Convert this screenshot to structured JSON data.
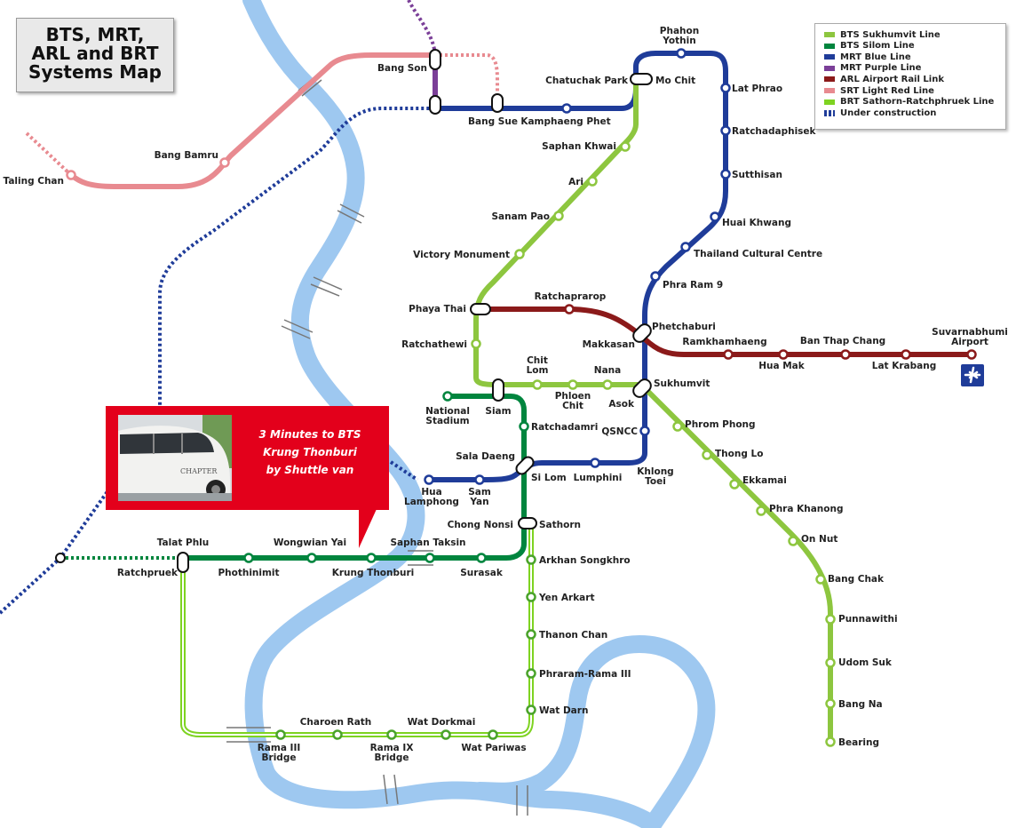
{
  "title": "BTS, MRT,\nARL and BRT\nSystems Map",
  "legend": [
    {
      "label": "BTS Sukhumvit Line",
      "color": "#8dc63f"
    },
    {
      "label": "BTS Silom Line",
      "color": "#00853e"
    },
    {
      "label": "MRT Blue Line",
      "color": "#1f3c99"
    },
    {
      "label": "MRT Purple Line",
      "color": "#7b3f98"
    },
    {
      "label": "ARL Airport Rail Link",
      "color": "#8b1a1a"
    },
    {
      "label": "SRT Light Red Line",
      "color": "#e88a90"
    },
    {
      "label": "BRT Sathorn-Ratchphruek Line",
      "color": "#7ed321"
    },
    {
      "label": "Under construction",
      "color": "#1f3c99"
    }
  ],
  "promo": {
    "line1": "3 Minutes to  BTS",
    "line2": "Krung Thonburi",
    "line3": "by Shuttle van",
    "photo_caption": "CHAPTER"
  },
  "stations": {
    "phahon_yothin_1": "Phahon",
    "phahon_yothin_2": "Yothin",
    "mo_chit": "Mo Chit",
    "chatuchak_park": "Chatuchak Park",
    "lat_phrao": "Lat Phrao",
    "ratchadaphisek": "Ratchadaphisek",
    "sutthisan": "Sutthisan",
    "huai_khwang": "Huai Khwang",
    "thailand_cultural_centre": "Thailand Cultural Centre",
    "phra_ram_9": "Phra Ram 9",
    "phetchaburi": "Phetchaburi",
    "makkasan": "Makkasan",
    "sukhumvit": "Sukhumvit",
    "asok": "Asok",
    "qsncc": "QSNCC",
    "khlong_toei_1": "Khlong",
    "khlong_toei_2": "Toei",
    "lumphini": "Lumphini",
    "si_lom": "Si Lom",
    "sam_yan_1": "Sam",
    "sam_yan_2": "Yan",
    "hua_lamphong_1": "Hua",
    "hua_lamphong_2": "Lamphong",
    "kamphaeng_phet": "Kamphaeng Phet",
    "bang_sue": "Bang Sue",
    "bang_son": "Bang Son",
    "bang_bamru": "Bang Bamru",
    "taling_chan": "Taling Chan",
    "saphan_khwai": "Saphan Khwai",
    "ari": "Ari",
    "sanam_pao": "Sanam Pao",
    "victory_monument": "Victory Monument",
    "phaya_thai": "Phaya Thai",
    "ratchathewi": "Ratchathewi",
    "ratchaprarop": "Ratchaprarop",
    "ramkhamhaeng": "Ramkhamhaeng",
    "hua_mak": "Hua Mak",
    "ban_thap_chang": "Ban Thap Chang",
    "lat_krabang": "Lat Krabang",
    "suvarnabhumi_1": "Suvarnabhumi",
    "suvarnabhumi_2": "Airport",
    "siam": "Siam",
    "chit_lom_1": "Chit",
    "chit_lom_2": "Lom",
    "phloen_chit_1": "Phloen",
    "phloen_chit_2": "Chit",
    "nana": "Nana",
    "phrom_phong": "Phrom Phong",
    "thong_lo": "Thong Lo",
    "ekkamai": "Ekkamai",
    "phra_khanong": "Phra Khanong",
    "on_nut": "On Nut",
    "bang_chak": "Bang Chak",
    "punnawithi": "Punnawithi",
    "udom_suk": "Udom Suk",
    "bang_na": "Bang Na",
    "bearing": "Bearing",
    "national_stadium_1": "National",
    "national_stadium_2": "Stadium",
    "ratchadamri": "Ratchadamri",
    "sala_daeng": "Sala Daeng",
    "chong_nonsi": "Chong Nonsi",
    "sathorn": "Sathorn",
    "surasak": "Surasak",
    "saphan_taksin": "Saphan Taksin",
    "krung_thonburi": "Krung Thonburi",
    "wongwian_yai": "Wongwian Yai",
    "phothinimit": "Phothinimit",
    "talat_phlu": "Talat Phlu",
    "ratchpruek": "Ratchpruek",
    "arkhan_songkhro": "Arkhan Songkhro",
    "yen_arkart": "Yen Arkart",
    "thanon_chan": "Thanon Chan",
    "phraram_rama_iii": "Phraram-Rama III",
    "wat_darn": "Wat Darn",
    "wat_pariwas": "Wat Pariwas",
    "wat_dorkmai": "Wat Dorkmai",
    "rama_ix_bridge_1": "Rama IX",
    "rama_ix_bridge_2": "Bridge",
    "charoen_rath": "Charoen Rath",
    "rama_iii_bridge_1": "Rama III",
    "rama_iii_bridge_2": "Bridge"
  },
  "icons": {
    "airport": "airplane-icon"
  }
}
